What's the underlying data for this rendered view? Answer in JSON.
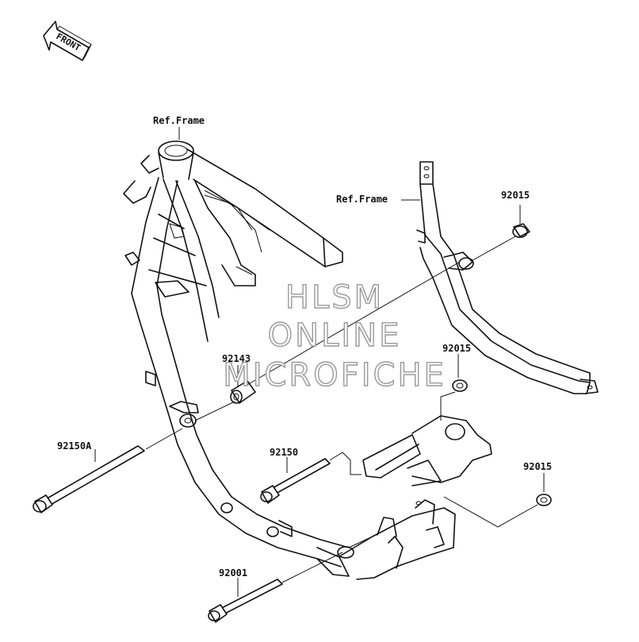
{
  "front_arrow": {
    "label": "FRONT"
  },
  "labels": {
    "ref_frame_left": "Ref.Frame",
    "ref_frame_right": "Ref.Frame",
    "p92015_top": "92015",
    "p92015_mid": "92015",
    "p92015_low": "92015",
    "p92143": "92143",
    "p92150A": "92150A",
    "p92150": "92150",
    "p92001": "92001"
  },
  "watermark": {
    "line1": "HLSM",
    "line2": "ONLINE",
    "line3": "MICROFICHE"
  }
}
